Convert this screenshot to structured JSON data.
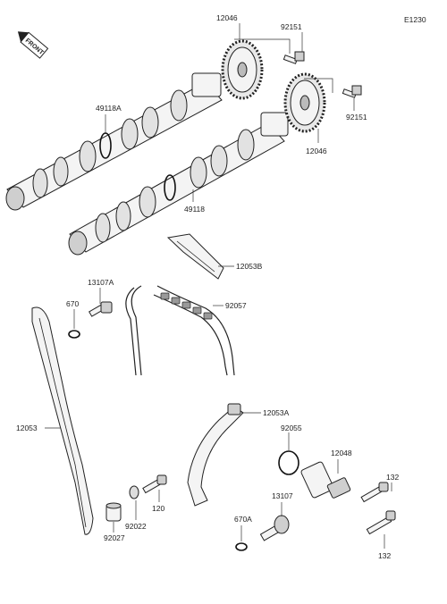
{
  "diagram_code": "E1230",
  "front_badge": "FRONT",
  "callouts": {
    "sprocket_top": "12046",
    "bolt_top": "92151",
    "sprocket_right": "12046",
    "bolt_right": "92151",
    "oring_intake": "49118A",
    "oring_exhaust": "49118",
    "guide_top": "12053B",
    "bolt_guide": "13107A",
    "oring_guide": "670",
    "chain": "92057",
    "guide_left": "12053",
    "guide_tensioner": "12053A",
    "gasket_tensioner": "92055",
    "tensioner": "12048",
    "bolt_tensioner_a": "132",
    "bolt_tensioner_b": "132",
    "bolt_pivot": "13107",
    "oring_pivot": "670A",
    "bolt_small": "120",
    "washer": "92022",
    "collar": "92027"
  }
}
